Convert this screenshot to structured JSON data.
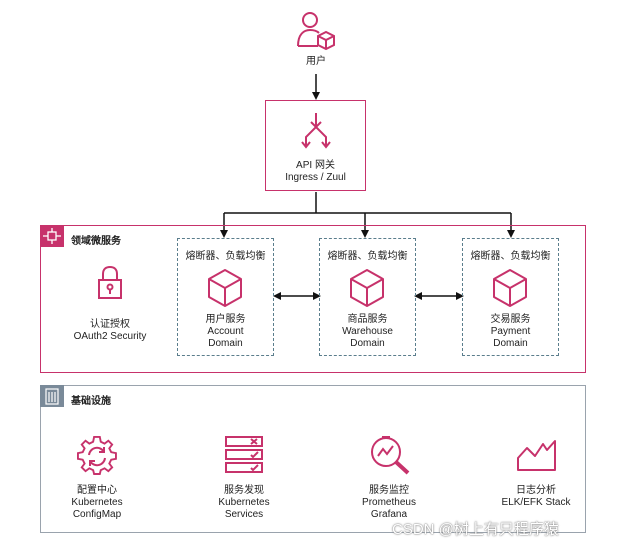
{
  "colors": {
    "accent": "#c7326b",
    "dashed": "#5a7d8c",
    "infra": "#7a8a99",
    "arrow": "#111111"
  },
  "user": {
    "label": "用户",
    "icon": "user-with-box-icon"
  },
  "gateway": {
    "label_line1": "API 网关",
    "label_line2": "Ingress / Zuul",
    "icon": "split-arrow-icon"
  },
  "domain_section": {
    "title": "领域微服务",
    "icon": "microservice-icon",
    "auth": {
      "label_line1": "认证授权",
      "label_line2": "OAuth2 Security",
      "icon": "lock-icon"
    },
    "services": [
      {
        "header": "熔断器、负载均衡",
        "line1": "用户服务",
        "line2": "Account",
        "line3": "Domain",
        "icon": "cube-icon"
      },
      {
        "header": "熔断器、负载均衡",
        "line1": "商品服务",
        "line2": "Warehouse",
        "line3": "Domain",
        "icon": "cube-icon"
      },
      {
        "header": "熔断器、负载均衡",
        "line1": "交易服务",
        "line2": "Payment",
        "line3": "Domain",
        "icon": "cube-icon"
      }
    ]
  },
  "infra_section": {
    "title": "基础设施",
    "icon": "building-icon",
    "items": [
      {
        "line1": "配置中心",
        "line2": "Kubernetes",
        "line3": "ConfigMap",
        "icon": "gear-refresh-icon"
      },
      {
        "line1": "服务发现",
        "line2": "Kubernetes",
        "line3": "Services",
        "icon": "server-list-icon"
      },
      {
        "line1": "服务监控",
        "line2": "Prometheus",
        "line3": "Grafana",
        "icon": "monitor-magnifier-icon"
      },
      {
        "line1": "日志分析",
        "line2": "ELK/EFK Stack",
        "line3": "",
        "icon": "area-chart-icon"
      }
    ]
  },
  "watermark": "CSDN @树上有只程序猿"
}
